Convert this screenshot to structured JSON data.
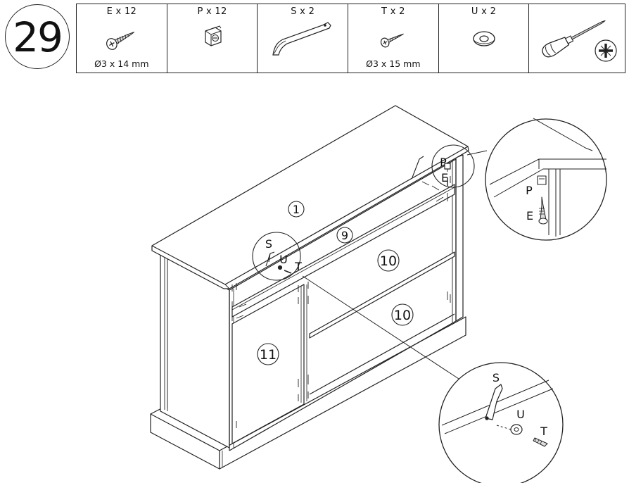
{
  "step": {
    "number": "29"
  },
  "parts": [
    {
      "label": "E x 12",
      "size": "Ø3 x 14 mm",
      "icon": "screw-icon"
    },
    {
      "label": "P x 12",
      "size": "",
      "icon": "shelf-pin-icon"
    },
    {
      "label": "S x 2",
      "size": "",
      "icon": "bracket-icon"
    },
    {
      "label": "T x 2",
      "size": "Ø3 x 15 mm",
      "icon": "screw-icon"
    },
    {
      "label": "U x 2",
      "size": "",
      "icon": "washer-icon"
    },
    {
      "label": "",
      "size": "",
      "icon": "phillips-screwdriver-icon"
    }
  ],
  "diagram": {
    "panel_labels": {
      "top": "1",
      "rail": "9",
      "shelf_upper": "10",
      "shelf_lower": "10",
      "door": "11"
    },
    "callouts": {
      "left": {
        "s": "S",
        "u": "U",
        "t": "T"
      },
      "right": {
        "p": "P",
        "e": "E"
      },
      "detail_right": {
        "p": "P",
        "e": "E"
      },
      "detail_bottom": {
        "s": "S",
        "u": "U",
        "t": "T"
      }
    }
  }
}
